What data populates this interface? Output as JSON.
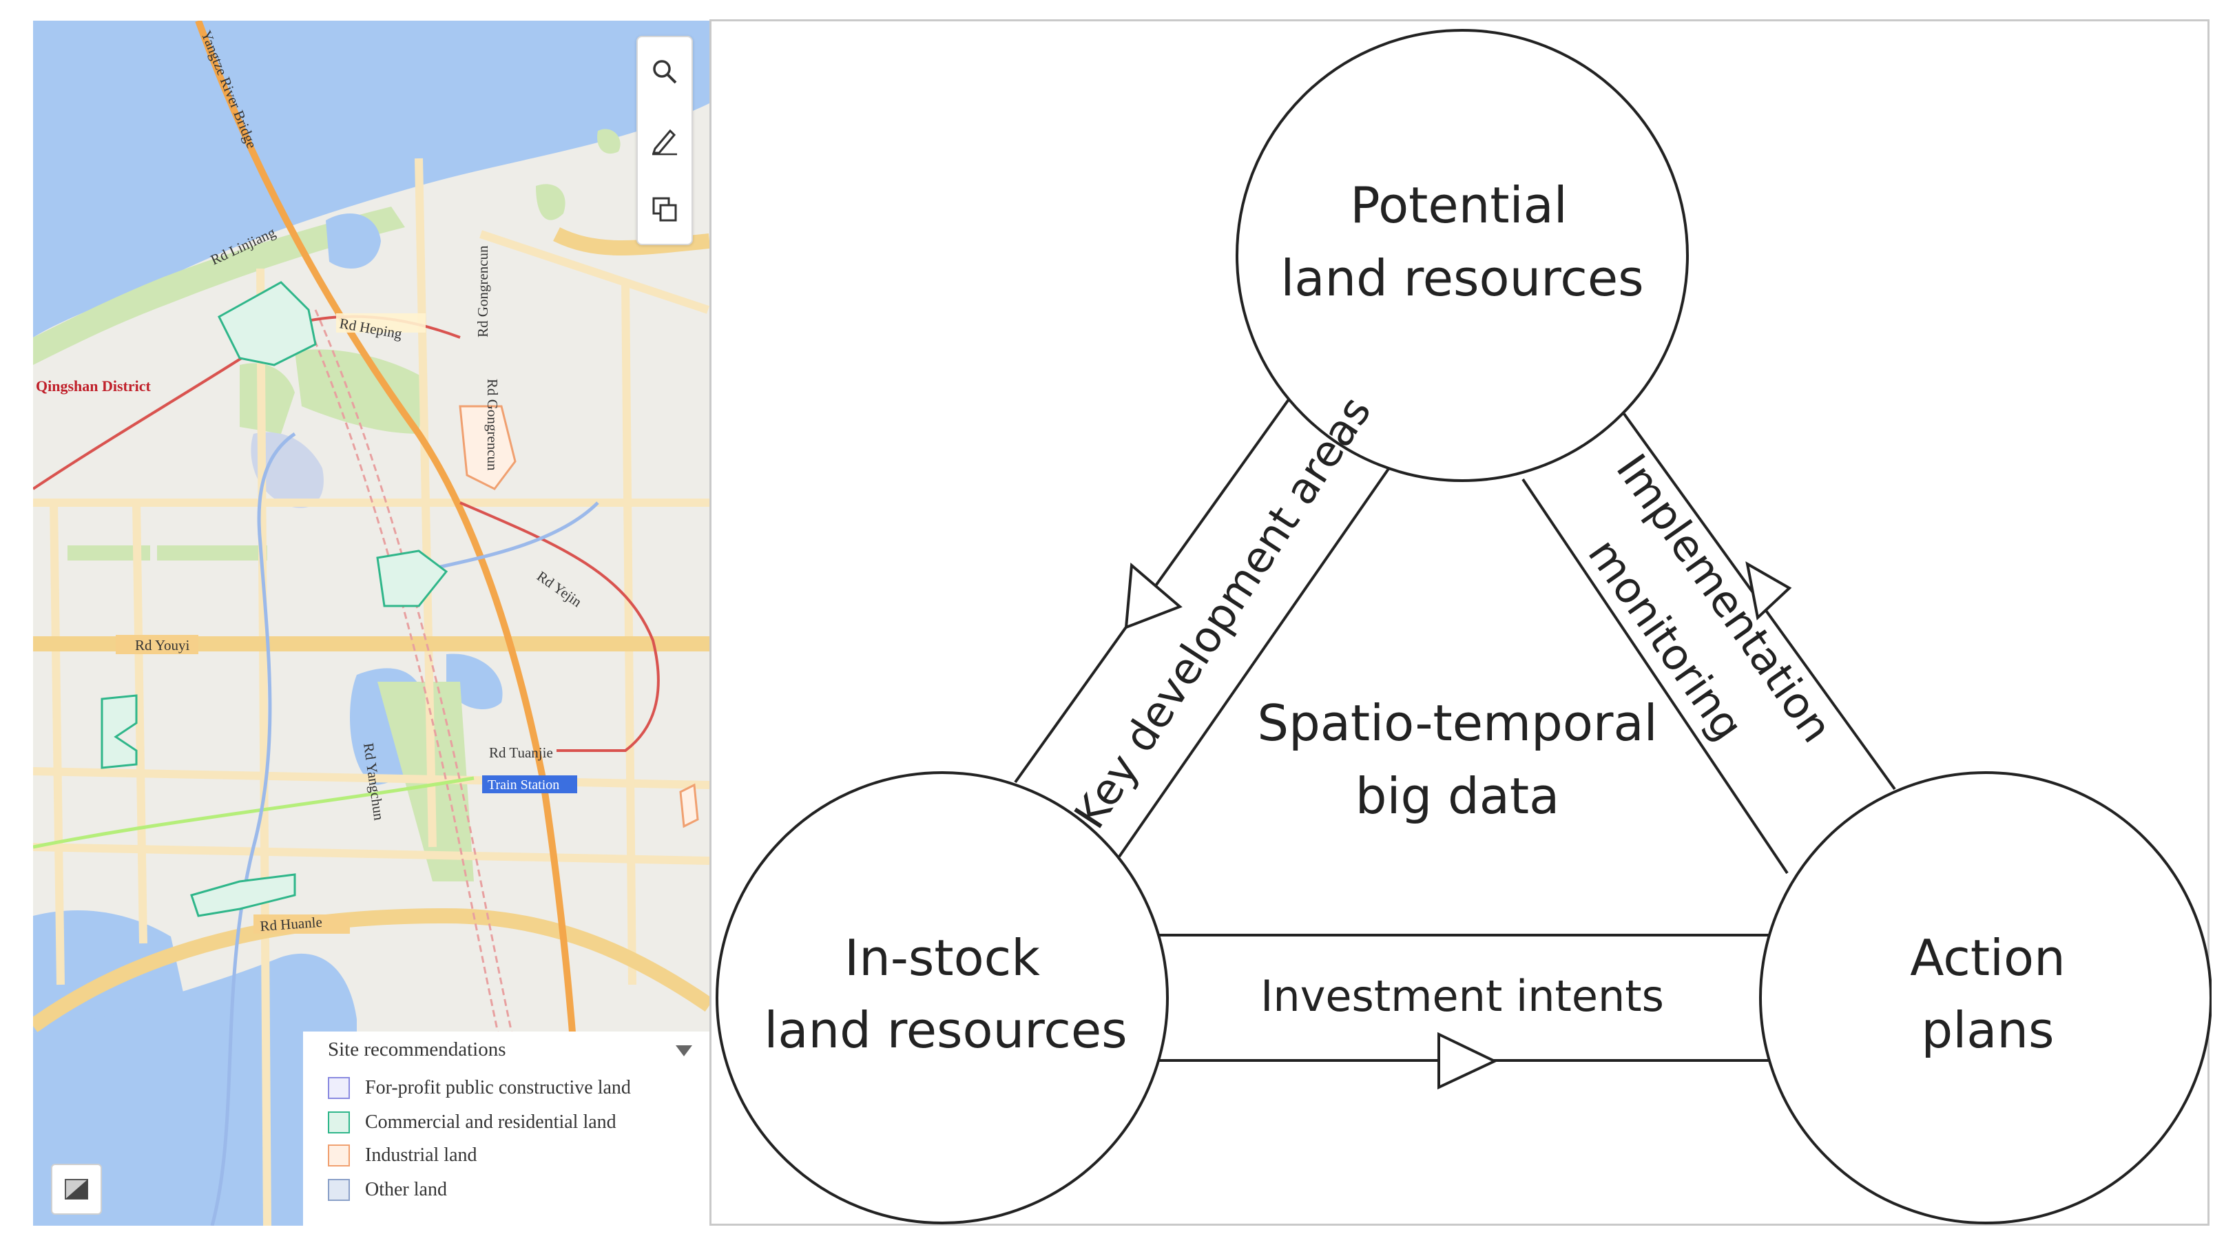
{
  "map": {
    "river_bridge_label": "Yangtze River Bridge",
    "district_label": "Qingshan District",
    "roads": {
      "linjiang": "Rd Linjiang",
      "heping": "Rd Heping",
      "gongrencun_north": "Rd Gongrencun",
      "gongrencun_south": "Rd Gongrencun",
      "yejin": "Rd Yejin",
      "youyi": "Rd Youyi",
      "tuanjie": "Rd Tuanjie",
      "yangchun": "Rd Yangchun",
      "huanle": "Rd Huanle"
    },
    "station_label": "Train Station",
    "toolbar": {
      "search_icon": "search-icon",
      "draw_icon": "pencil-icon",
      "layers_icon": "layers-icon"
    },
    "basemap_icon": "basemap-toggle-icon",
    "legend": {
      "title": "Site recommendations",
      "items": [
        {
          "label": "For-profit public constructive land",
          "color": "#8a8ae0",
          "fill": "#eeeefc"
        },
        {
          "label": "Commercial and residential land",
          "color": "#2fb68a",
          "fill": "#dff4ea"
        },
        {
          "label": "Industrial land",
          "color": "#f0a070",
          "fill": "#fff0e4"
        },
        {
          "label": "Other land",
          "color": "#8aa0c8",
          "fill": "#e0e8f4"
        }
      ]
    },
    "colors": {
      "water": "#a7c8f2",
      "green": "#cfe6b4",
      "major_road": "#f3a64b",
      "road": "#f5d79a"
    }
  },
  "diagram": {
    "nodes": {
      "top": {
        "line1": "Potential",
        "line2": "land resources"
      },
      "left": {
        "line1": "In-stock",
        "line2": "land resources"
      },
      "right": {
        "line1": "Action",
        "line2": "plans"
      }
    },
    "center": {
      "line1": "Spatio-temporal",
      "line2": "big data"
    },
    "edges": {
      "left": "Key development areas",
      "right_line1": "Implementation",
      "right_line2": "monitoring",
      "bottom": "Investment intents"
    }
  }
}
